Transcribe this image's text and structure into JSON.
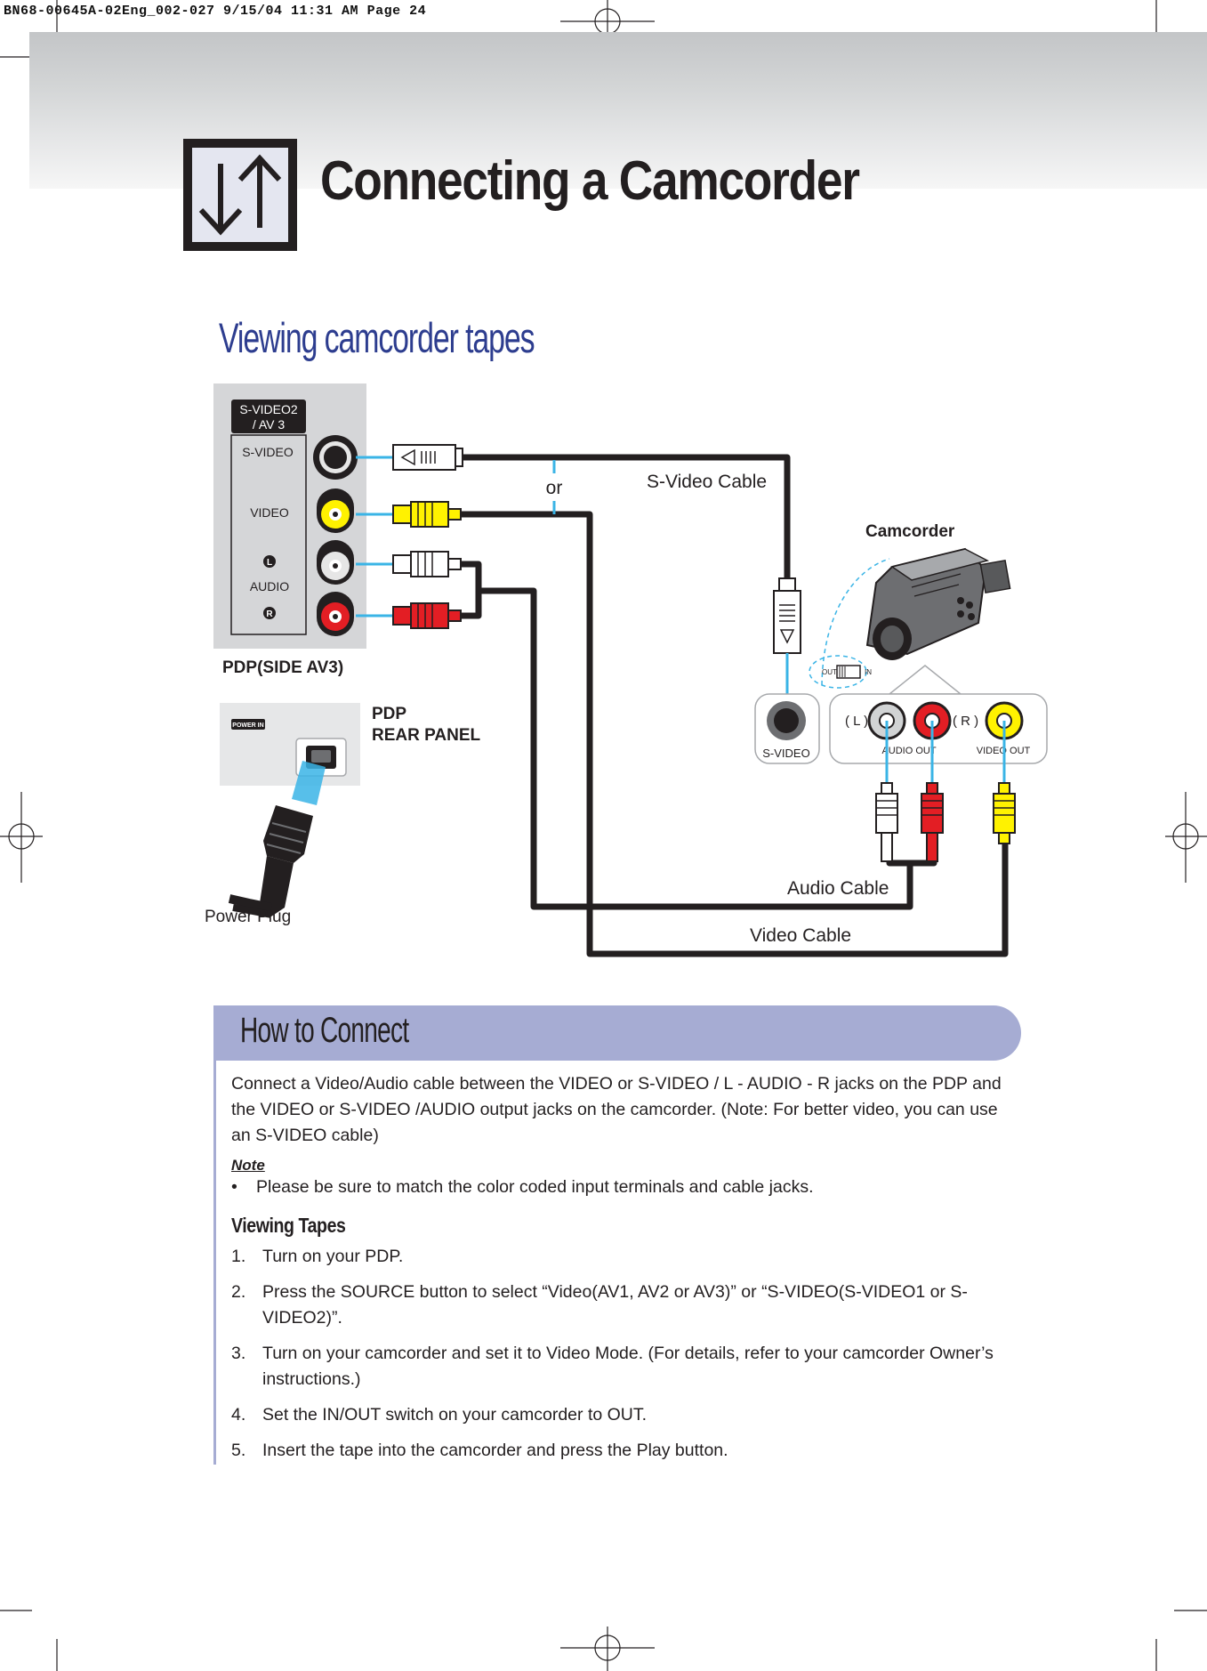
{
  "crop_header": "BN68-00645A-02Eng_002-027   9/15/04   11:31 AM   Page 24",
  "page_title": "Connecting a Camcorder",
  "section_title": "Viewing camcorder tapes",
  "icon_name": "connection-arrows-icon",
  "diagram": {
    "side_panel": {
      "badge_line1": "S-VIDEO2",
      "badge_line2": "/ AV 3",
      "svideo": "S-VIDEO",
      "video": "VIDEO",
      "l_mark": "L",
      "audio": "AUDIO",
      "r_mark": "R",
      "caption": "PDP(SIDE AV3)"
    },
    "rear_panel": {
      "power_in": "POWER IN",
      "caption_line1": "PDP",
      "caption_line2": "REAR PANEL"
    },
    "or_label": "or",
    "svideo_cable": "S-Video Cable",
    "camcorder_label": "Camcorder",
    "switch_out": "OUT",
    "switch_in": "IN",
    "camcorder_svideo": "S-VIDEO",
    "jack_l": "( L )",
    "jack_r": "( R )",
    "audio_out": "AUDIO OUT",
    "video_out": "VIDEO OUT",
    "audio_cable": "Audio Cable",
    "video_cable": "Video Cable",
    "power_plug": "Power Plug"
  },
  "how_to": {
    "title": "How to Connect",
    "intro": "Connect a Video/Audio cable between the VIDEO or S-VIDEO / L - AUDIO - R jacks on the PDP and the VIDEO or S-VIDEO /AUDIO output jacks on the camcorder. (Note: For better video, you can use an S-VIDEO cable)",
    "note_label": "Note",
    "note_bullet": "•",
    "note": "Please be sure to match the color coded input terminals and cable jacks.",
    "viewing_title": "Viewing Tapes",
    "steps": [
      {
        "num": "1.",
        "text": "Turn on your PDP."
      },
      {
        "num": "2.",
        "text": "Press the SOURCE button to select “Video(AV1, AV2 or AV3)” or “S-VIDEO(S-VIDEO1 or S-VIDEO2)”."
      },
      {
        "num": "3.",
        "text": "Turn on your camcorder and set it to Video Mode. (For details, refer to your camcorder Owner’s instructions.)"
      },
      {
        "num": "4.",
        "text": "Set the IN/OUT switch on your camcorder to OUT."
      },
      {
        "num": "5.",
        "text": "Insert the tape into the camcorder and press the Play button."
      }
    ]
  },
  "colors": {
    "title_blue": "#2d3d8f",
    "panel_header": "#a6acd3",
    "cable_blue": "#3ab4e6",
    "jack_yellow": "#fff200",
    "jack_red": "#e31e24"
  }
}
